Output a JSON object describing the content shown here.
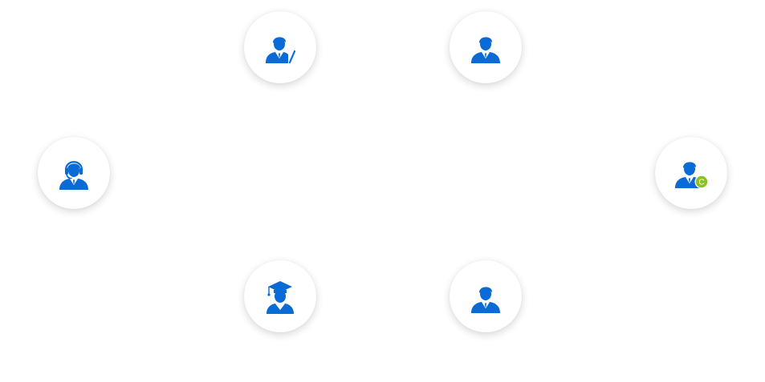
{
  "colors": {
    "icon": "#0a6ad6",
    "badge": "#8cc21f",
    "node_background": "#ffffff"
  },
  "nodes": [
    {
      "id": "teacher",
      "icon": "teacher-icon"
    },
    {
      "id": "staff",
      "icon": "staff-icon"
    },
    {
      "id": "support",
      "icon": "customer-support-icon"
    },
    {
      "id": "certified",
      "icon": "certified-user-icon",
      "badge": "C"
    },
    {
      "id": "graduate",
      "icon": "graduate-icon"
    },
    {
      "id": "employee",
      "icon": "employee-icon"
    }
  ]
}
